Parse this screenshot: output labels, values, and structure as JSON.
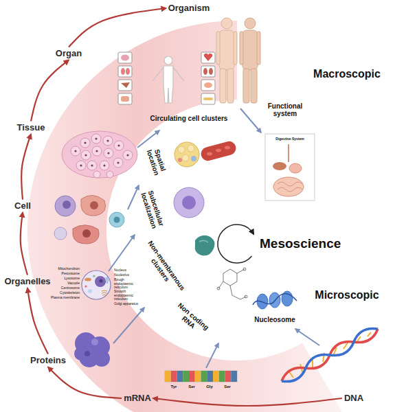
{
  "diagram": {
    "nodes": [
      {
        "text": [
          "Organism"
        ]
      },
      {
        "text": [
          "Organ"
        ]
      },
      {
        "text": [
          "Tissue"
        ]
      },
      {
        "text": [
          "Cell"
        ]
      },
      {
        "text": [
          "Organelles"
        ]
      },
      {
        "text": [
          "Proteins"
        ]
      },
      {
        "text": [
          "mRNA"
        ]
      },
      {
        "text": [
          "DNA"
        ]
      }
    ],
    "edges": [
      {
        "from": 7,
        "to": 6,
        "arrow": "to"
      },
      {
        "from": 6,
        "to": 5,
        "arrow": "to"
      },
      {
        "from": 5,
        "to": 4,
        "arrow": "to"
      },
      {
        "from": 4,
        "to": 3,
        "arrow": "to"
      },
      {
        "from": 3,
        "to": 2,
        "arrow": "to"
      },
      {
        "from": 2,
        "to": 1,
        "arrow": "to"
      },
      {
        "from": 1,
        "to": 0,
        "arrow": "to"
      }
    ],
    "labels": [
      "Macroscopic",
      "Mesoscience",
      "Microscopic",
      "Circulating cell clusters",
      "Functional system",
      "Spatial location",
      "Subcellular localization",
      "Non-membranous clusters",
      "Non coding RNA",
      "Nucleosome",
      "Digestive System",
      "Mitochondrion",
      "Peroxisome",
      "Lysosome",
      "Vacuole",
      "Centrosome",
      "Cytoskeleton",
      "Plasma membrane",
      "Nucleus",
      "Nucleolus",
      "Rough endoplasmic reticulum",
      "Smooth endoplasmic reticulum",
      "Golgi apparatus",
      "Tyr",
      "Ser",
      "Gly",
      "Ser"
    ]
  }
}
